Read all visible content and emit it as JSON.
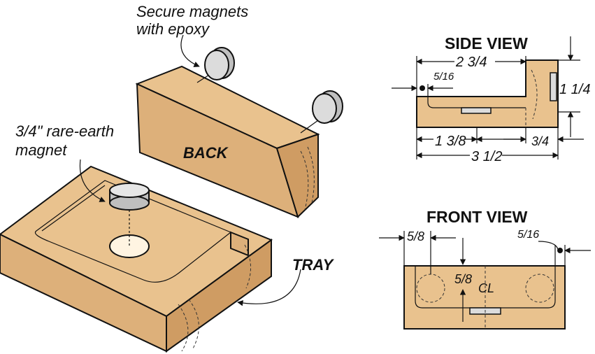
{
  "annotations": {
    "secure_line1": "Secure magnets",
    "secure_line2": "with epoxy",
    "rare_line1": "3/4\" rare-earth",
    "rare_line2": "magnet",
    "back": "BACK",
    "tray": "TRAY"
  },
  "side_view": {
    "title": "SIDE VIEW",
    "dim_top_total": "2 3/4",
    "dim_small": "5/16",
    "dim_right_height": "1 1/4",
    "dim_bottom_left": "1 3/8",
    "dim_bottom_right": "3/4",
    "dim_overall": "3 1/2"
  },
  "front_view": {
    "title": "FRONT VIEW",
    "dim_left": "5/8",
    "dim_right": "5/16",
    "dim_center": "5/8",
    "centerline": "CL"
  },
  "colors": {
    "wood": "#e9c28e",
    "wood_side": "#ddb07a",
    "wood_end": "#cf9c63",
    "magnet": "#dcdcdc"
  }
}
